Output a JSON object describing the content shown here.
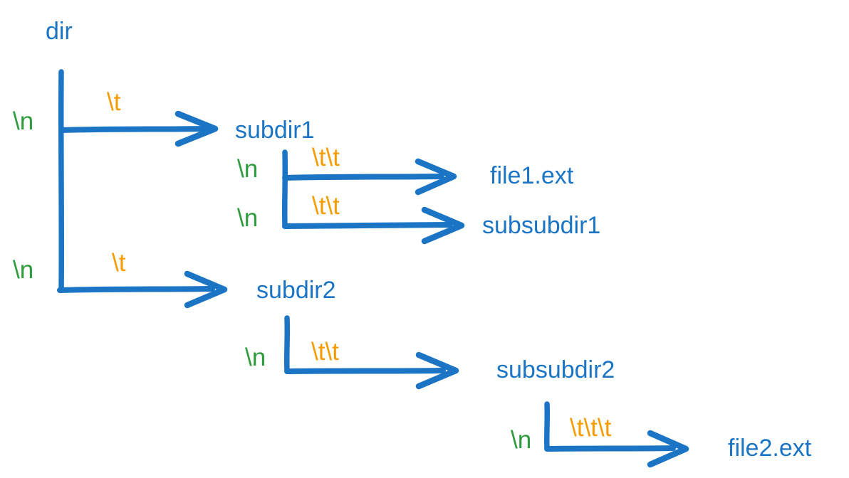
{
  "diagram": {
    "description": "Hand-drawn directory tree showing how newline and tab characters encode nesting depth",
    "colors": {
      "node_blue": "#1c75c4",
      "newline_green": "#2e9b3c",
      "tab_orange": "#f59d00"
    },
    "nodes": [
      {
        "id": "dir",
        "label": "dir"
      },
      {
        "id": "subdir1",
        "label": "subdir1"
      },
      {
        "id": "file1",
        "label": "file1.ext"
      },
      {
        "id": "subsubdir1",
        "label": "subsubdir1"
      },
      {
        "id": "subdir2",
        "label": "subdir2"
      },
      {
        "id": "subsubdir2",
        "label": "subsubdir2"
      },
      {
        "id": "file2",
        "label": "file2.ext"
      }
    ],
    "edges": [
      {
        "from": "dir",
        "to": "subdir1",
        "line": "\\n",
        "indent": "\\t"
      },
      {
        "from": "subdir1",
        "to": "file1.ext",
        "line": "\\n",
        "indent": "\\t\\t"
      },
      {
        "from": "subdir1",
        "to": "subsubdir1",
        "line": "\\n",
        "indent": "\\t\\t"
      },
      {
        "from": "dir",
        "to": "subdir2",
        "line": "\\n",
        "indent": "\\t"
      },
      {
        "from": "subdir2",
        "to": "subsubdir2",
        "line": "\\n",
        "indent": "\\t\\t"
      },
      {
        "from": "subsubdir2",
        "to": "file2.ext",
        "line": "\\n",
        "indent": "\\t\\t\\t"
      }
    ]
  }
}
